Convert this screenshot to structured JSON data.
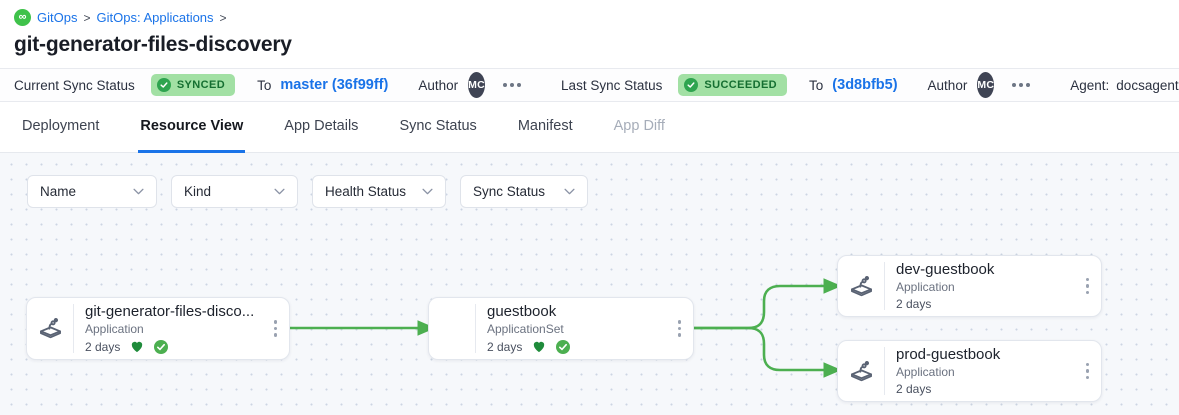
{
  "breadcrumb": {
    "logo": "gitops-logo-icon",
    "items": [
      "GitOps",
      "GitOps: Applications"
    ],
    "separator": ">"
  },
  "page_title": "git-generator-files-discovery",
  "status_bar": {
    "current_sync": {
      "label": "Current Sync Status",
      "badge": "SYNCED",
      "to_label": "To",
      "revision": "master (36f99ff)",
      "author_label": "Author",
      "author_initials": "MC"
    },
    "last_sync": {
      "label": "Last Sync Status",
      "badge": "SUCCEEDED",
      "to_label": "To",
      "revision": "(3d8bfb5)",
      "author_label": "Author",
      "author_initials": "MC"
    },
    "agent_label": "Agent:",
    "agent_value": "docsagent"
  },
  "tabs": [
    {
      "label": "Deployment",
      "state": "normal"
    },
    {
      "label": "Resource View",
      "state": "active"
    },
    {
      "label": "App Details",
      "state": "normal"
    },
    {
      "label": "Sync Status",
      "state": "normal"
    },
    {
      "label": "Manifest",
      "state": "normal"
    },
    {
      "label": "App Diff",
      "state": "disabled"
    }
  ],
  "filters": [
    {
      "label": "Name"
    },
    {
      "label": "Kind"
    },
    {
      "label": "Health Status"
    },
    {
      "label": "Sync Status"
    }
  ],
  "graph": {
    "nodes": [
      {
        "title": "git-generator-files-disco...",
        "kind": "Application",
        "age": "2 days",
        "healthy": true,
        "synced": true,
        "has_icon": true
      },
      {
        "title": "guestbook",
        "kind": "ApplicationSet",
        "age": "2 days",
        "healthy": true,
        "synced": true,
        "has_icon": false
      },
      {
        "title": "dev-guestbook",
        "kind": "Application",
        "age": "2 days",
        "healthy": false,
        "synced": false,
        "has_icon": true
      },
      {
        "title": "prod-guestbook",
        "kind": "Application",
        "age": "2 days",
        "healthy": false,
        "synced": false,
        "has_icon": true
      }
    ]
  },
  "colors": {
    "accent_blue": "#1a73e8",
    "edge_green": "#4caf50",
    "badge_bg": "#a2e0a4",
    "badge_text": "#156f31",
    "heart_green": "#1f8b3b",
    "check_green": "#4caf50",
    "avatar_bg": "#3f4454",
    "logo_green": "#3fc24a"
  }
}
